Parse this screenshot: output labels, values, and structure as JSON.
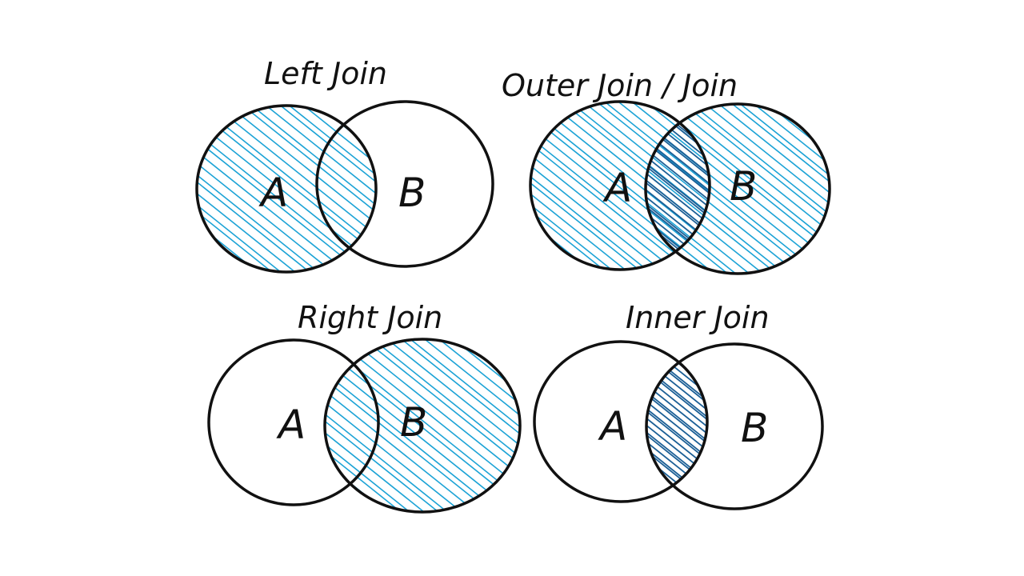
{
  "colors": {
    "ink": "#111111",
    "hatch": "#1ca3d6",
    "hatch_overlap": "#1b5f96",
    "background": "#ffffff"
  },
  "diagrams": [
    {
      "title": "Left Join",
      "left_label": "A",
      "right_label": "B",
      "shaded": "left-all"
    },
    {
      "title": "Outer Join / Join",
      "left_label": "A",
      "right_label": "B",
      "shaded": "both-all"
    },
    {
      "title": "Right Join",
      "left_label": "A",
      "right_label": "B",
      "shaded": "right-all"
    },
    {
      "title": "Inner Join",
      "left_label": "A",
      "right_label": "B",
      "shaded": "intersection"
    }
  ]
}
